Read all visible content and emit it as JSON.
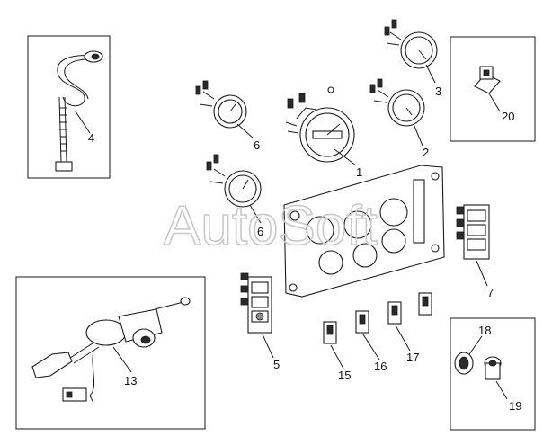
{
  "diagram": {
    "watermark": "AutoSoft",
    "callouts": [
      {
        "id": "1",
        "label": "1"
      },
      {
        "id": "2",
        "label": "2"
      },
      {
        "id": "3",
        "label": "3"
      },
      {
        "id": "4",
        "label": "4"
      },
      {
        "id": "5",
        "label": "5"
      },
      {
        "id": "6a",
        "label": "6"
      },
      {
        "id": "6b",
        "label": "6"
      },
      {
        "id": "7",
        "label": "7"
      },
      {
        "id": "13",
        "label": "13"
      },
      {
        "id": "15",
        "label": "15"
      },
      {
        "id": "16",
        "label": "16"
      },
      {
        "id": "17",
        "label": "17"
      },
      {
        "id": "18",
        "label": "18"
      },
      {
        "id": "19",
        "label": "19"
      },
      {
        "id": "20",
        "label": "20"
      }
    ]
  }
}
